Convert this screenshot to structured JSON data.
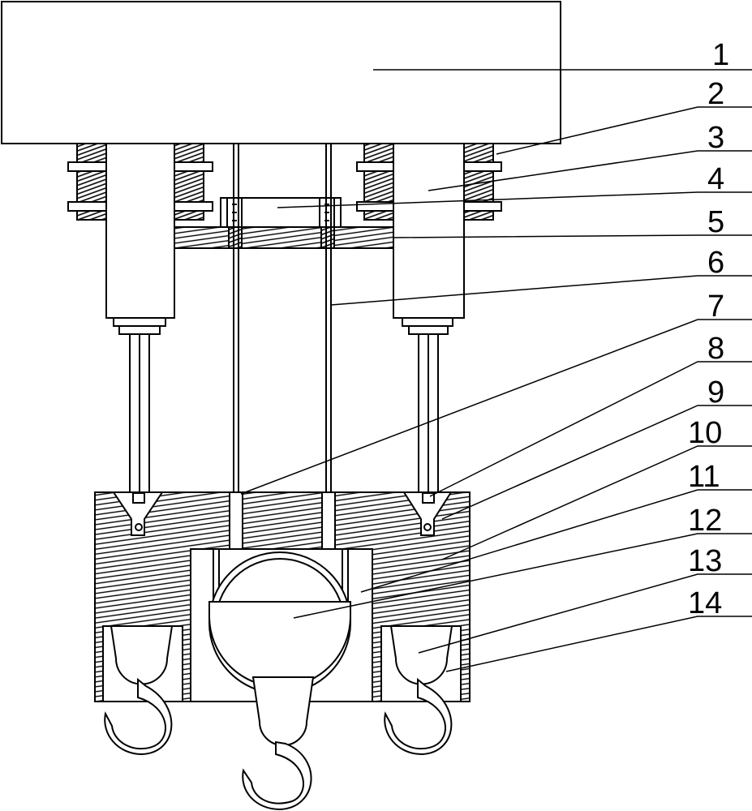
{
  "labels": [
    "1",
    "2",
    "3",
    "4",
    "5",
    "6",
    "7",
    "8",
    "9",
    "10",
    "11",
    "12",
    "13",
    "14"
  ]
}
